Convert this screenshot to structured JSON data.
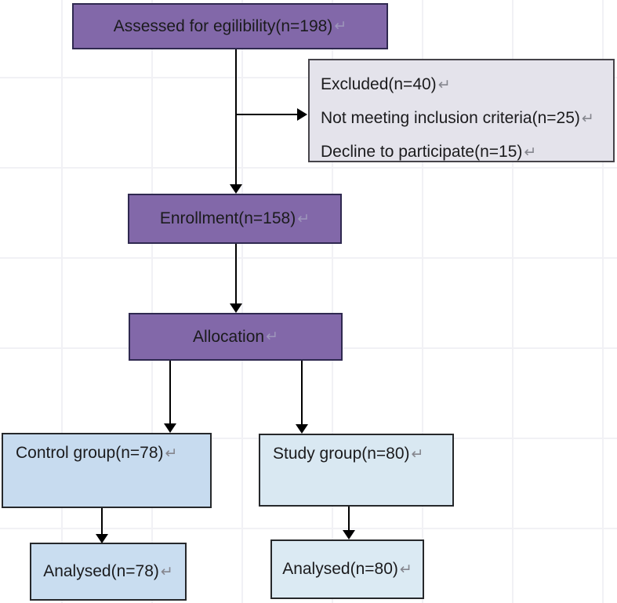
{
  "diagram": {
    "type": "flowchart",
    "return_mark": "↵",
    "colors": {
      "purple_fill": "#8268a9",
      "purple_border": "#2f2950",
      "excluded_fill": "#e4e3eb",
      "excluded_border": "#454349",
      "control_fill": "#c7dbef",
      "study_fill": "#d9e8f2",
      "analysed_control_fill": "#c9ddf0",
      "analysed_study_fill": "#dbeaf3",
      "blue_border": "#26282b",
      "arrow": "#000000",
      "text": "#1b1b1d"
    },
    "nodes": {
      "assessed": {
        "label": "Assessed for egilibility(n=198)"
      },
      "excluded": {
        "lines": [
          "Excluded(n=40)",
          "Not meeting inclusion criteria(n=25)",
          "Decline to participate(n=15)"
        ]
      },
      "enrollment": {
        "label": "Enrollment(n=158)"
      },
      "allocation": {
        "label": "Allocation"
      },
      "control": {
        "label": "Control group(n=78)"
      },
      "study": {
        "label": "Study group(n=80)"
      },
      "analysed_control": {
        "label": "Analysed(n=78)"
      },
      "analysed_study": {
        "label": "Analysed(n=80)"
      }
    },
    "edges": [
      {
        "from": "assessed",
        "to": "enrollment"
      },
      {
        "from": "assessed",
        "to": "excluded"
      },
      {
        "from": "enrollment",
        "to": "allocation"
      },
      {
        "from": "allocation",
        "to": "control"
      },
      {
        "from": "allocation",
        "to": "study"
      },
      {
        "from": "control",
        "to": "analysed_control"
      },
      {
        "from": "study",
        "to": "analysed_study"
      }
    ]
  }
}
